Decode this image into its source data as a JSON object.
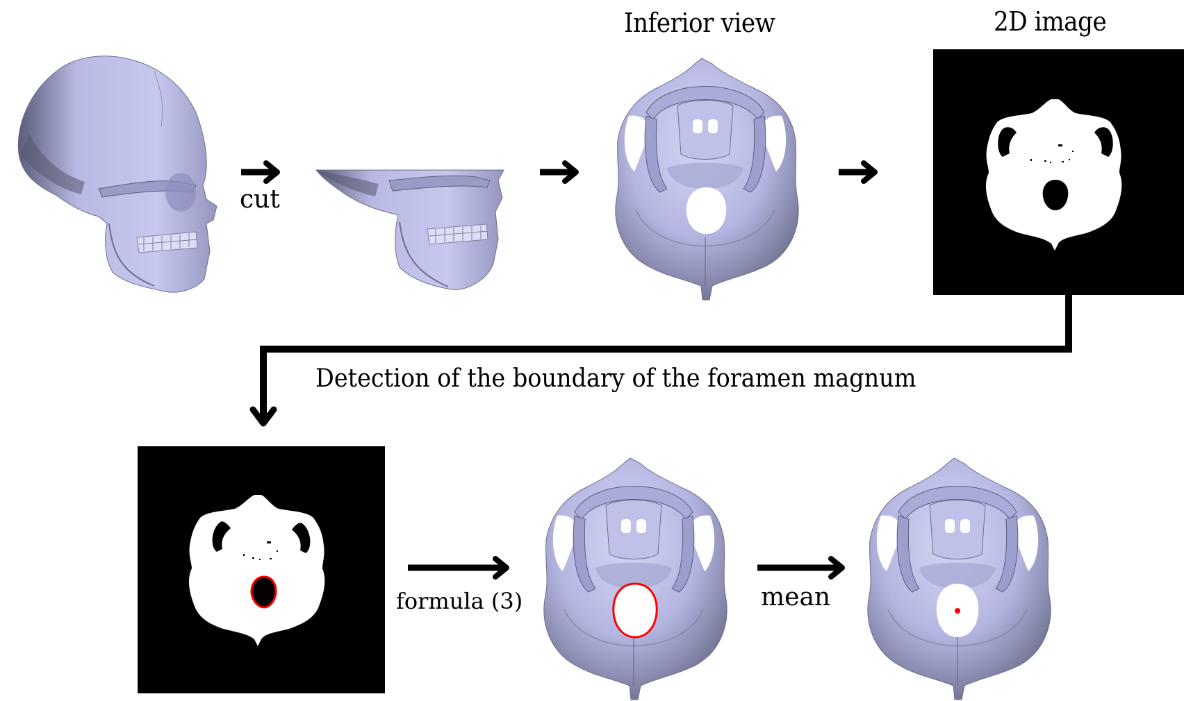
{
  "figure": {
    "labels": {
      "inferior_view": "Inferior view",
      "image_2d": "2D image",
      "cut": "cut",
      "boundary_detection": "Detection of the boundary of the foramen magnum",
      "formula": "formula (3)",
      "mean": "mean"
    },
    "colors": {
      "skull": "#b9bbe6",
      "skull_shadow": "#55576f",
      "binary_bg": "#000000",
      "binary_fg": "#ffffff",
      "boundary": "#ff0000",
      "arrow": "#000000"
    },
    "panels": [
      {
        "id": "lateral-skull",
        "description": "3D skull, lateral view"
      },
      {
        "id": "cut-skull",
        "description": "3D skull cut at skull base"
      },
      {
        "id": "inferior-view",
        "description": "3D skull base, inferior view"
      },
      {
        "id": "binary-image",
        "description": "2D binary image of skull base"
      },
      {
        "id": "binary-with-boundary",
        "description": "2D binary image with foramen magnum boundary in red"
      },
      {
        "id": "skull-with-boundary",
        "description": "Inferior view with red foramen magnum boundary"
      },
      {
        "id": "skull-with-mean",
        "description": "Inferior view with red mean point of foramen magnum"
      }
    ],
    "flow": [
      {
        "from": "lateral-skull",
        "to": "cut-skull",
        "label": "cut"
      },
      {
        "from": "cut-skull",
        "to": "inferior-view",
        "label": ""
      },
      {
        "from": "inferior-view",
        "to": "binary-image",
        "label": ""
      },
      {
        "from": "binary-image",
        "to": "binary-with-boundary",
        "label": "Detection of the boundary of the foramen magnum"
      },
      {
        "from": "binary-with-boundary",
        "to": "skull-with-boundary",
        "label": "formula (3)"
      },
      {
        "from": "skull-with-boundary",
        "to": "skull-with-mean",
        "label": "mean"
      }
    ]
  }
}
